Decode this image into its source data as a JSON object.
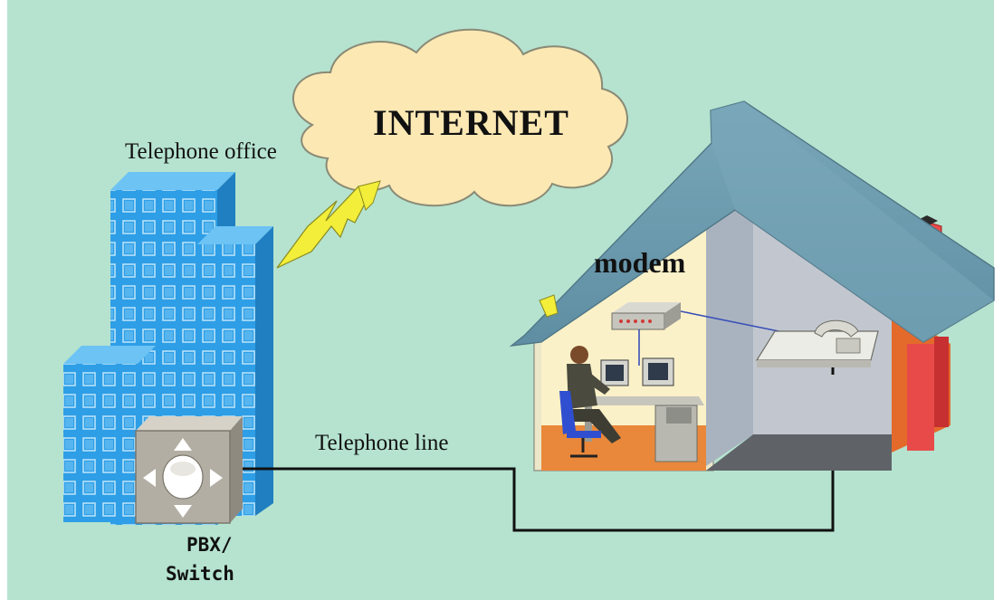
{
  "diagram": {
    "labels": {
      "internet": "INTERNET",
      "telephone_office": "Telephone office",
      "modem": "modem",
      "telephone_line": "Telephone line",
      "pbx_line1": "PBX/",
      "pbx_line2": "Switch"
    },
    "colors": {
      "background": "#b5e3cf",
      "cloud": "#fbe8b3",
      "building": "#2e9ee6",
      "building_shade": "#1f7fc0",
      "pbx_box": "#b3aea3",
      "roof": "#6f9caf",
      "room_wall": "#fbf1c8",
      "floor": "#e9883a",
      "chimney": "#e84a4a",
      "wire": "#111111"
    }
  }
}
